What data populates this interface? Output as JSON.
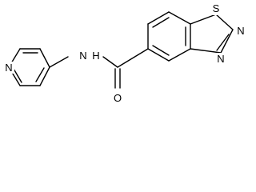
{
  "molecule": {
    "atoms": {
      "pyridine_n": "N",
      "amide_nh": "N",
      "amide_h": "H",
      "carbonyl_o": "O",
      "thiadiazole_s": "S",
      "thiadiazole_n2": "N",
      "thiadiazole_n3": "N"
    }
  }
}
